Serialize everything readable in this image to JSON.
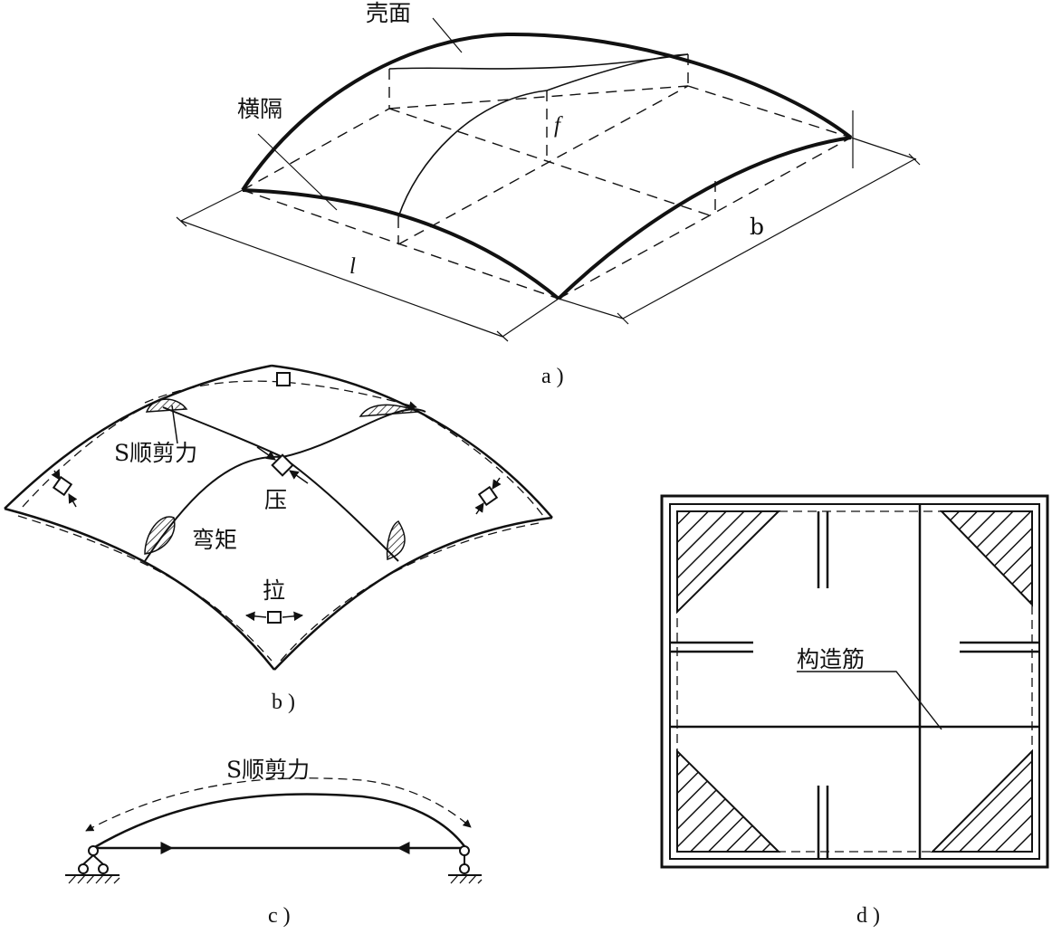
{
  "figure_a": {
    "caption": "a )",
    "label_shell_surface": "壳面",
    "label_diaphragm": "横隔",
    "label_rise": "f",
    "label_span_l": "l",
    "label_span_b": "b"
  },
  "figure_b": {
    "caption": "b )",
    "label_shear": "S顺剪力",
    "label_compression": "压",
    "label_bending_moment": "弯矩",
    "label_tension": "拉"
  },
  "figure_c": {
    "caption": "c )",
    "label_shear": "S顺剪力"
  },
  "figure_d": {
    "caption": "d )",
    "label_constructional_rebar": "构造筋"
  },
  "colors": {
    "ink": "#111111",
    "paper": "#ffffff"
  }
}
